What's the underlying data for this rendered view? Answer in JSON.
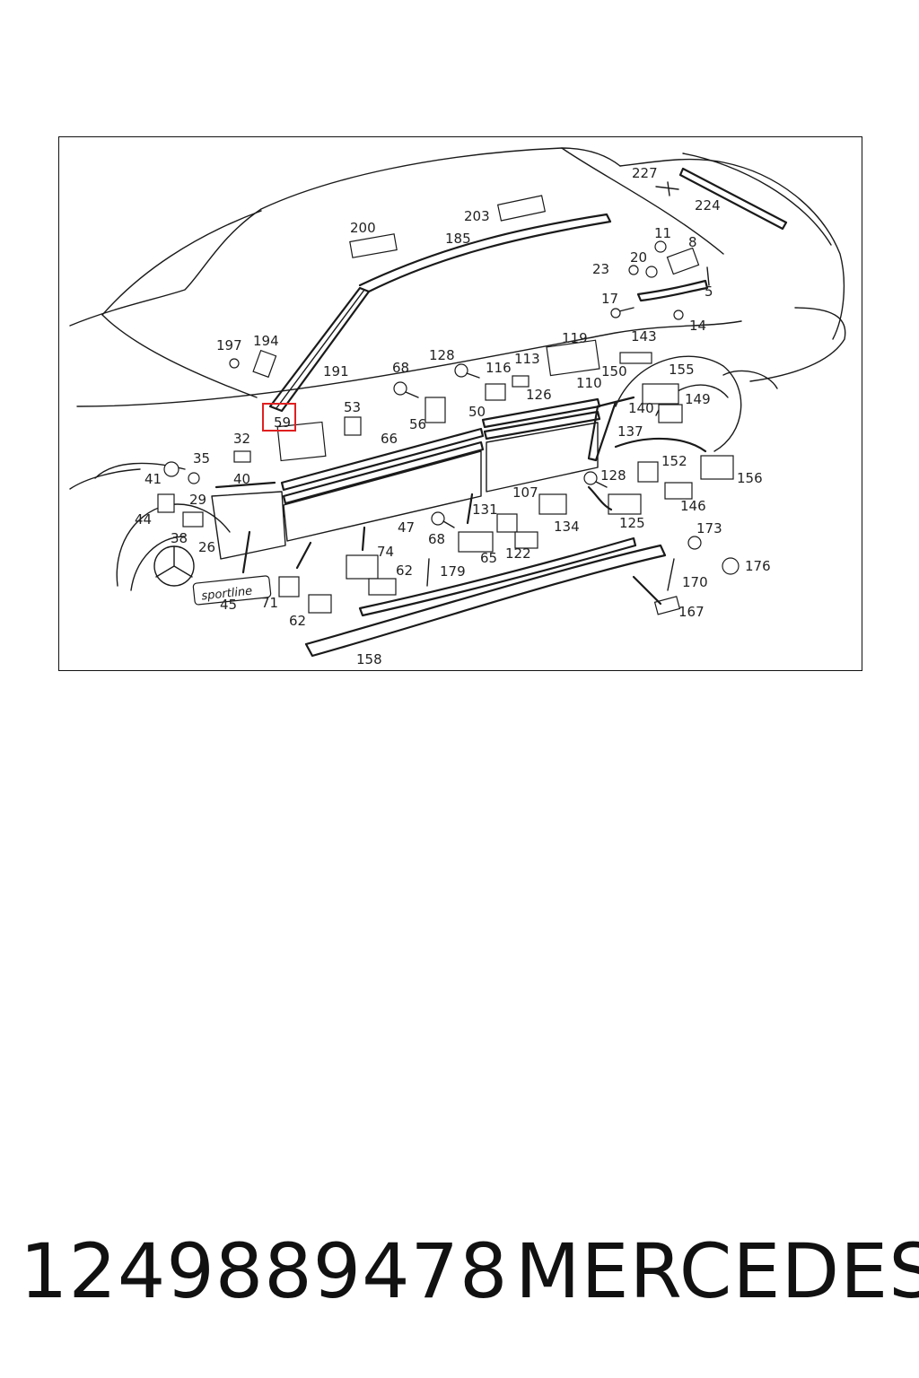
{
  "diagram": {
    "emblem_text": "sportline",
    "highlight_color": "#e02020",
    "highlighted_callout": "59",
    "callouts": [
      "227",
      "224",
      "200",
      "203",
      "185",
      "11",
      "8",
      "20",
      "23",
      "5",
      "17",
      "14",
      "197",
      "194",
      "191",
      "68",
      "128",
      "116",
      "113",
      "119",
      "143",
      "150",
      "155",
      "110",
      "126",
      "53",
      "56",
      "50",
      "140",
      "149",
      "59",
      "32",
      "66",
      "137",
      "35",
      "41",
      "40",
      "152",
      "156",
      "128",
      "29",
      "107",
      "146",
      "44",
      "38",
      "131",
      "134",
      "125",
      "173",
      "26",
      "47",
      "68",
      "74",
      "65",
      "122",
      "176",
      "62",
      "179",
      "170",
      "45",
      "71",
      "62",
      "167",
      "158"
    ]
  },
  "footer": {
    "part_number": "1249889478",
    "brand": "MERCEDES"
  }
}
